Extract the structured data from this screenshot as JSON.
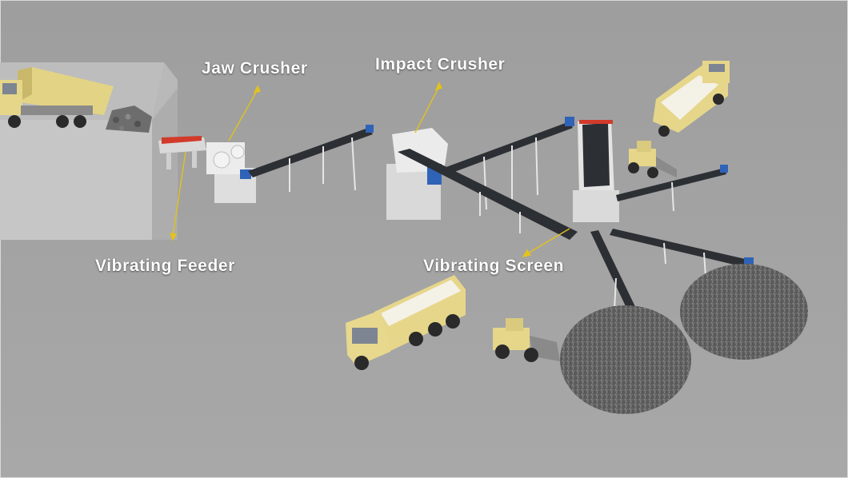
{
  "labels": {
    "jaw_crusher": "Jaw Crusher",
    "impact_crusher": "Impact Crusher",
    "vibrating_feeder": "Vibrating Feeder",
    "vibrating_screen": "Vibrating Screen"
  },
  "colors": {
    "background": "#a3a3a3",
    "truck_yellow": "#e6d68a",
    "machine_white": "#e8e8e8",
    "belt_dark": "#2c2f34",
    "motor_blue": "#2f63b7",
    "screen_red": "#d23a2a",
    "pointer_yellow": "#e2c21c",
    "gravel": "#6a6a6a"
  }
}
